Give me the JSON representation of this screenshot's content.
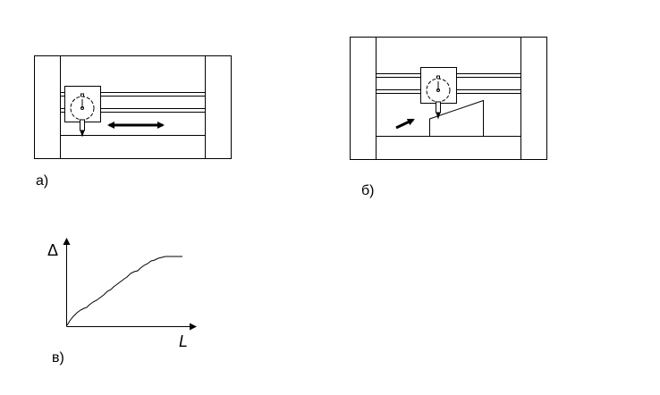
{
  "labels": {
    "a": "а)",
    "b": "б)",
    "c": "в)"
  },
  "graph": {
    "y_axis_label": "Δ",
    "x_axis_label": "L"
  },
  "colors": {
    "stroke": "#000000",
    "background": "#ffffff"
  }
}
